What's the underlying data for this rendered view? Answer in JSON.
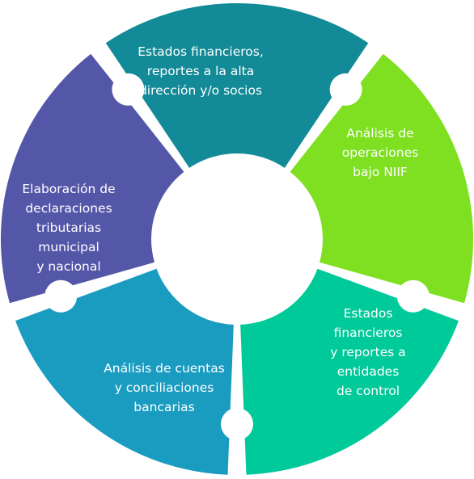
{
  "segments": [
    {
      "id": "estados-financieros-direccion",
      "lines": [
        "Estados financieros,",
        "reportes a la alta",
        "dirección y/o socios"
      ],
      "color": "#128A97"
    },
    {
      "id": "analisis-operaciones-niif",
      "lines": [
        "Análisis de",
        "operaciones",
        "bajo NIIF"
      ],
      "color": "#7EE020"
    },
    {
      "id": "estados-financieros-entidades",
      "lines": [
        "Estados",
        "financieros",
        "y reportes a",
        "entidades",
        "de control"
      ],
      "color": "#00C99A"
    },
    {
      "id": "analisis-cuentas-conciliaciones",
      "lines": [
        "Análisis de cuentas",
        "y conciliaciones",
        "bancarias"
      ],
      "color": "#1A9CC0"
    },
    {
      "id": "elaboracion-declaraciones",
      "lines": [
        "Elaboración de",
        "declaraciones",
        "tributarias",
        "municipal",
        "y nacional"
      ],
      "color": "#5456A8"
    }
  ]
}
